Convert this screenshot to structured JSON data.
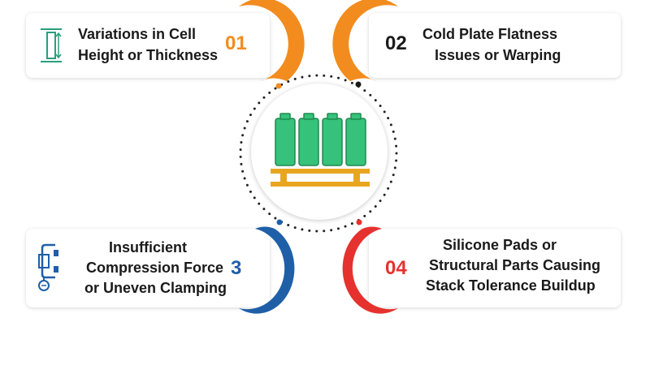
{
  "colors": {
    "orange": "#F28C1E",
    "black": "#1A1A1A",
    "blue": "#1F5FA8",
    "red": "#E5322E",
    "battery_green": "#36C27A",
    "battery_dark": "#1E8A4F",
    "tray_gold": "#E8A620",
    "icon_teal": "#2A9D7C"
  },
  "steps": [
    {
      "number": "01",
      "line1": "Variations in Cell",
      "line2": "Height or Thickness",
      "icon": "height-arrows-icon"
    },
    {
      "number": "02",
      "line1": "Cold Plate Flatness",
      "line2": "Issues or Warping",
      "icon": ""
    },
    {
      "number": "3",
      "line1": "Insufficient",
      "line2": "Compression Force",
      "line3": "or Uneven Clamping",
      "icon": "clamp-icon"
    },
    {
      "number": "04",
      "line1": "Silicone Pads or",
      "line2": "Structural Parts Causing",
      "line3": "Stack Tolerance Buildup",
      "icon": ""
    }
  ],
  "center": {
    "icon": "battery-module-icon"
  }
}
